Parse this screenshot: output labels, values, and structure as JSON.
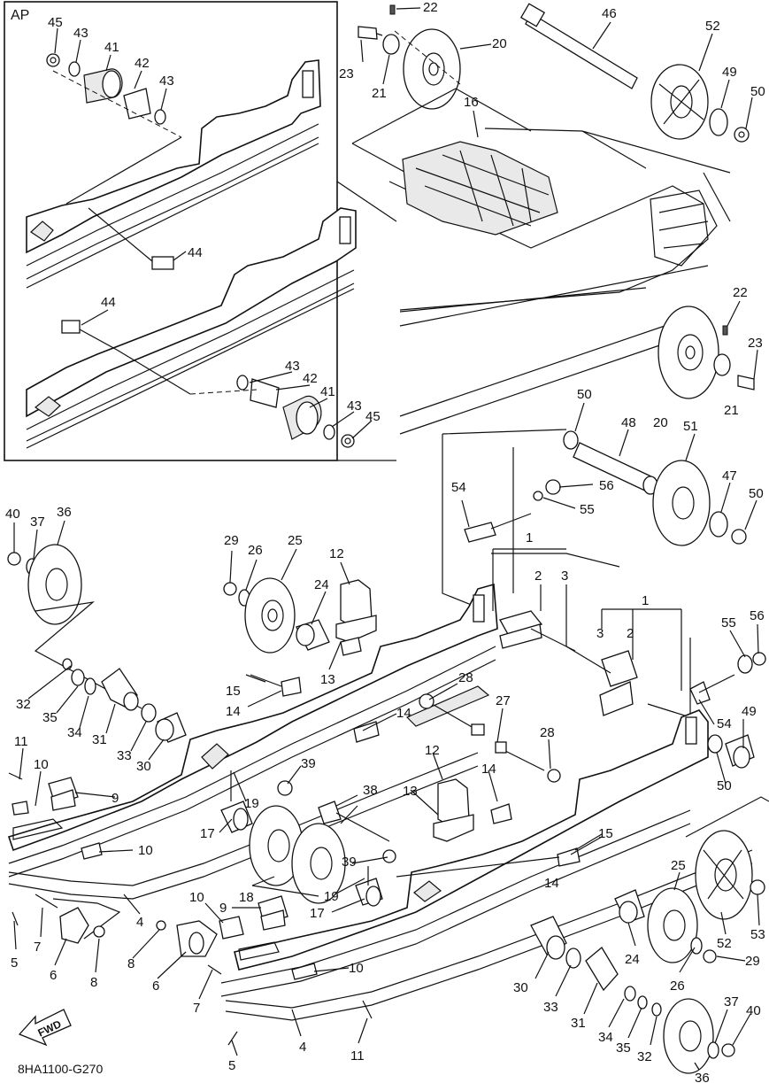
{
  "inset_label": "AP",
  "drawing_code": "8HA1100-G270",
  "fwd_label": "FWD",
  "callouts": [
    {
      "text": "45"
    },
    {
      "text": "43"
    },
    {
      "text": "41"
    },
    {
      "text": "42"
    },
    {
      "text": "43"
    },
    {
      "text": "44"
    },
    {
      "text": "44"
    },
    {
      "text": "43"
    },
    {
      "text": "42"
    },
    {
      "text": "41"
    },
    {
      "text": "43"
    },
    {
      "text": "45"
    },
    {
      "text": "22"
    },
    {
      "text": "23"
    },
    {
      "text": "21"
    },
    {
      "text": "20"
    },
    {
      "text": "16"
    },
    {
      "text": "46"
    },
    {
      "text": "52"
    },
    {
      "text": "49"
    },
    {
      "text": "50"
    },
    {
      "text": "22"
    },
    {
      "text": "23"
    },
    {
      "text": "21"
    },
    {
      "text": "20"
    },
    {
      "text": "50"
    },
    {
      "text": "48"
    },
    {
      "text": "51"
    },
    {
      "text": "47"
    },
    {
      "text": "50"
    },
    {
      "text": "54"
    },
    {
      "text": "56"
    },
    {
      "text": "55"
    },
    {
      "text": "40"
    },
    {
      "text": "37"
    },
    {
      "text": "36"
    },
    {
      "text": "29"
    },
    {
      "text": "26"
    },
    {
      "text": "25"
    },
    {
      "text": "12"
    },
    {
      "text": "24"
    },
    {
      "text": "1"
    },
    {
      "text": "2"
    },
    {
      "text": "3"
    },
    {
      "text": "1"
    },
    {
      "text": "3"
    },
    {
      "text": "2"
    },
    {
      "text": "55"
    },
    {
      "text": "56"
    },
    {
      "text": "13"
    },
    {
      "text": "15"
    },
    {
      "text": "14"
    },
    {
      "text": "14"
    },
    {
      "text": "28"
    },
    {
      "text": "27"
    },
    {
      "text": "28"
    },
    {
      "text": "32"
    },
    {
      "text": "35"
    },
    {
      "text": "34"
    },
    {
      "text": "31"
    },
    {
      "text": "33"
    },
    {
      "text": "30"
    },
    {
      "text": "11"
    },
    {
      "text": "10"
    },
    {
      "text": "9"
    },
    {
      "text": "10"
    },
    {
      "text": "17"
    },
    {
      "text": "19"
    },
    {
      "text": "39"
    },
    {
      "text": "38"
    },
    {
      "text": "12"
    },
    {
      "text": "13"
    },
    {
      "text": "14"
    },
    {
      "text": "15"
    },
    {
      "text": "14"
    },
    {
      "text": "54"
    },
    {
      "text": "49"
    },
    {
      "text": "50"
    },
    {
      "text": "18"
    },
    {
      "text": "39"
    },
    {
      "text": "19"
    },
    {
      "text": "17"
    },
    {
      "text": "25"
    },
    {
      "text": "52"
    },
    {
      "text": "53"
    },
    {
      "text": "5"
    },
    {
      "text": "7"
    },
    {
      "text": "6"
    },
    {
      "text": "8"
    },
    {
      "text": "4"
    },
    {
      "text": "8"
    },
    {
      "text": "6"
    },
    {
      "text": "10"
    },
    {
      "text": "9"
    },
    {
      "text": "10"
    },
    {
      "text": "7"
    },
    {
      "text": "24"
    },
    {
      "text": "29"
    },
    {
      "text": "26"
    },
    {
      "text": "30"
    },
    {
      "text": "33"
    },
    {
      "text": "31"
    },
    {
      "text": "34"
    },
    {
      "text": "35"
    },
    {
      "text": "32"
    },
    {
      "text": "37"
    },
    {
      "text": "40"
    },
    {
      "text": "36"
    },
    {
      "text": "4"
    },
    {
      "text": "11"
    },
    {
      "text": "5"
    }
  ]
}
